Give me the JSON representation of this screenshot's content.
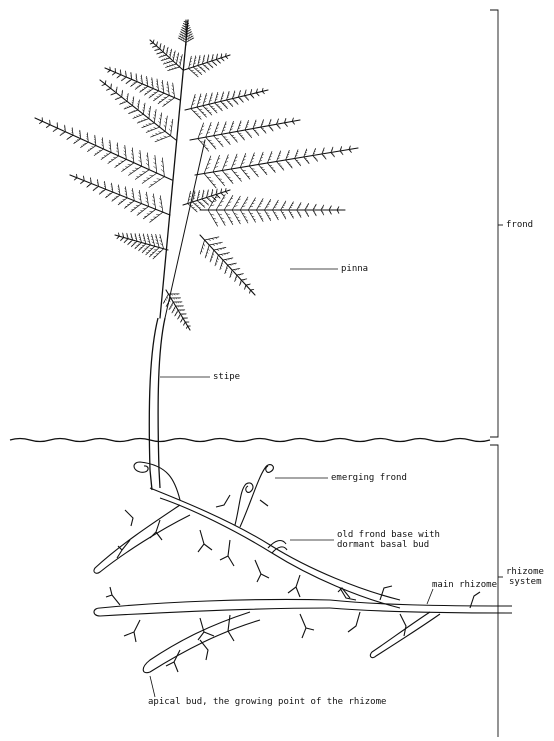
{
  "labels": {
    "frond": "frond",
    "pinna": "pinna",
    "stipe": "stipe",
    "emerging_frond": "emerging frond",
    "old_frond_base_line1": "old frond base with",
    "old_frond_base_line2": "dormant basal bud",
    "main_rhizome": "main rhizome",
    "rhizome_system_line1": "rhizome",
    "rhizome_system_line2": "system",
    "apical_bud": "apical bud, the growing point of the rhizome"
  },
  "colors": {
    "ink": "#111111",
    "background": "#ffffff"
  }
}
